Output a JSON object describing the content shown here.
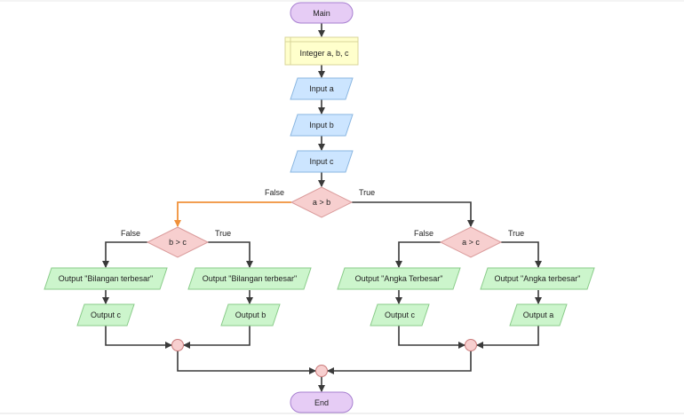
{
  "colors": {
    "terminal_fill": "#e6ccf5",
    "terminal_stroke": "#a77fd0",
    "declare_fill": "#ffffcc",
    "declare_stroke": "#d8d49a",
    "input_fill": "#cce5ff",
    "input_stroke": "#8ab6e0",
    "decision_fill": "#f7cfcf",
    "decision_stroke": "#d99a9a",
    "output_fill": "#ccf5cc",
    "output_stroke": "#8acc8a",
    "connector_fill": "#f7cfcf",
    "connector_stroke": "#c97a7a",
    "edge": "#3a3a3a",
    "edge_highlight": "#f0913a"
  },
  "nodes": {
    "main": "Main",
    "declare": "Integer a, b, c",
    "input_a": "Input a",
    "input_b": "Input b",
    "input_c": "Input c",
    "decision_a_b": "a > b",
    "decision_b_c": "b > c",
    "decision_a_c": "a > c",
    "out_bil_false": "Output \"Bilangan terbesar\"",
    "out_bil_true": "Output \"Bilangan terbesar\"",
    "out_angka_false": "Output \"Angka Terbesar\"",
    "out_angka_true": "Output \"Angka terbesar\"",
    "output_c_left": "Output c",
    "output_b": "Output b",
    "output_c_right": "Output c",
    "output_a": "Output a",
    "end": "End"
  },
  "edge_labels": {
    "ab_false": "False",
    "ab_true": "True",
    "bc_false": "False",
    "bc_true": "True",
    "ac_false": "False",
    "ac_true": "True"
  }
}
